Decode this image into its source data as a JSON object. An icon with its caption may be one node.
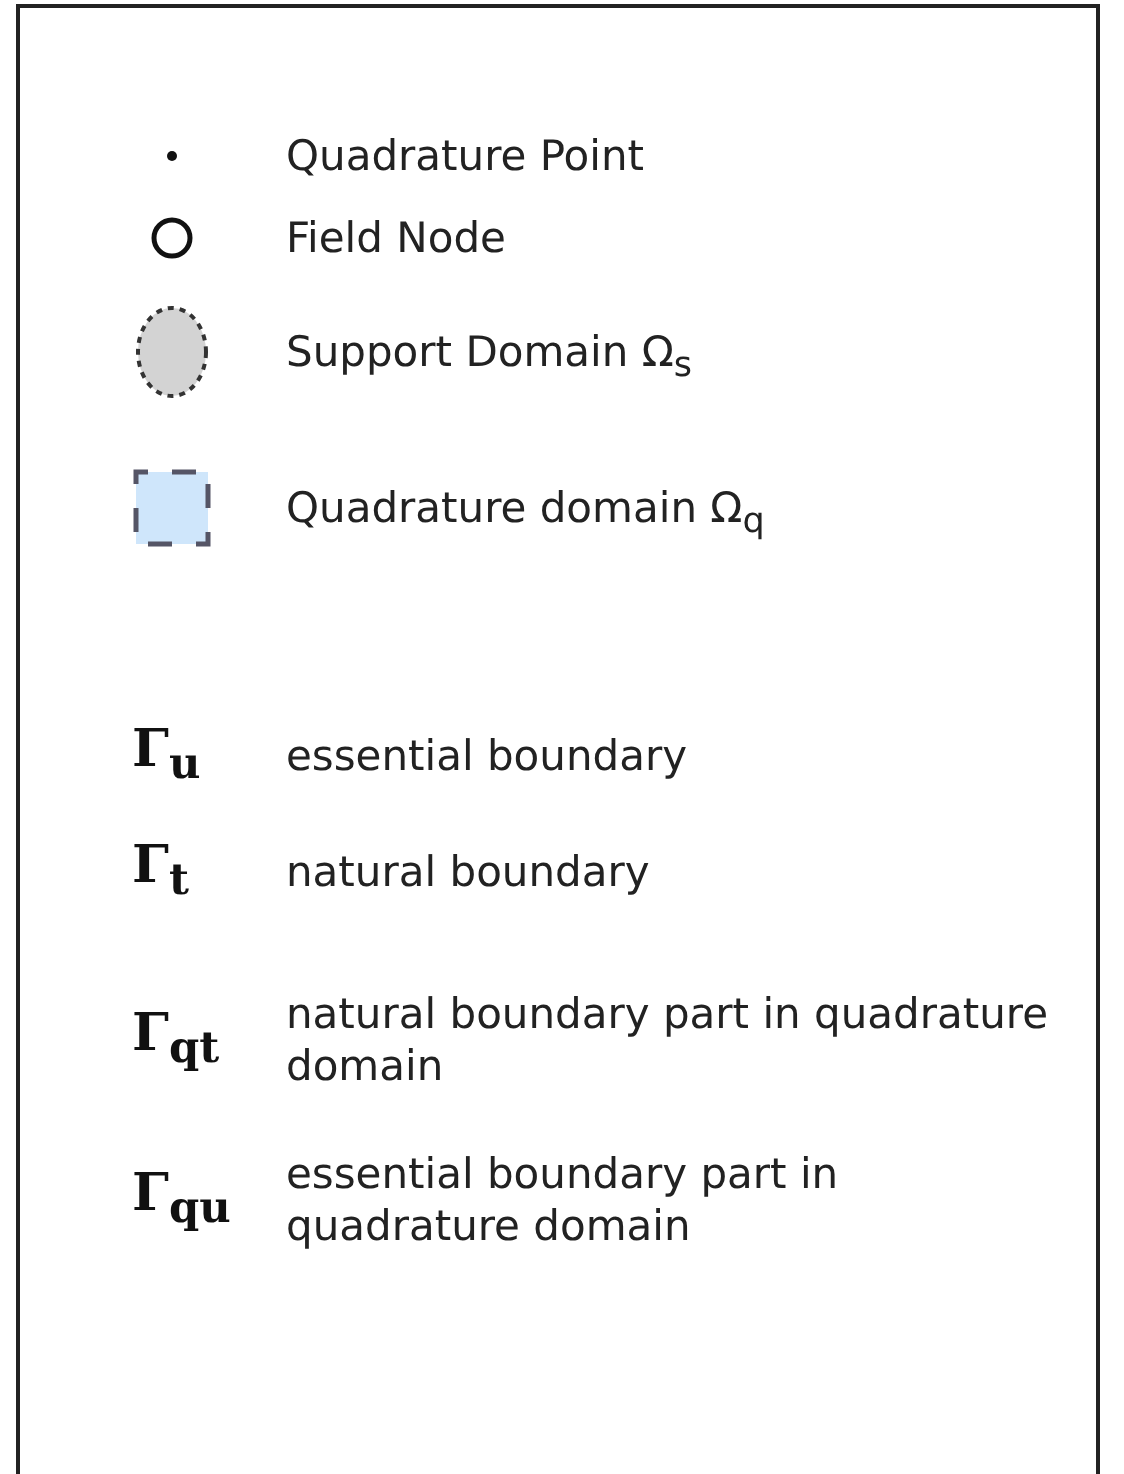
{
  "diagram": {
    "legend": [
      {
        "text": "Quadrature Point"
      },
      {
        "text": "Field Node"
      },
      {
        "text": "Support Domain Ω$_{s}$"
      },
      {
        "text": "Quadrature domain Ω$_{q}$"
      }
    ],
    "labels": [
      "Γ$_{u}$",
      "essential boundary",
      "Γ$_{t}$",
      "natural boundary",
      "Γ$_{qt}$",
      "natural boundary part in quadrature domain",
      "Γ$_{qu}$",
      "essential boundary part in quadrature domain"
    ]
  }
}
